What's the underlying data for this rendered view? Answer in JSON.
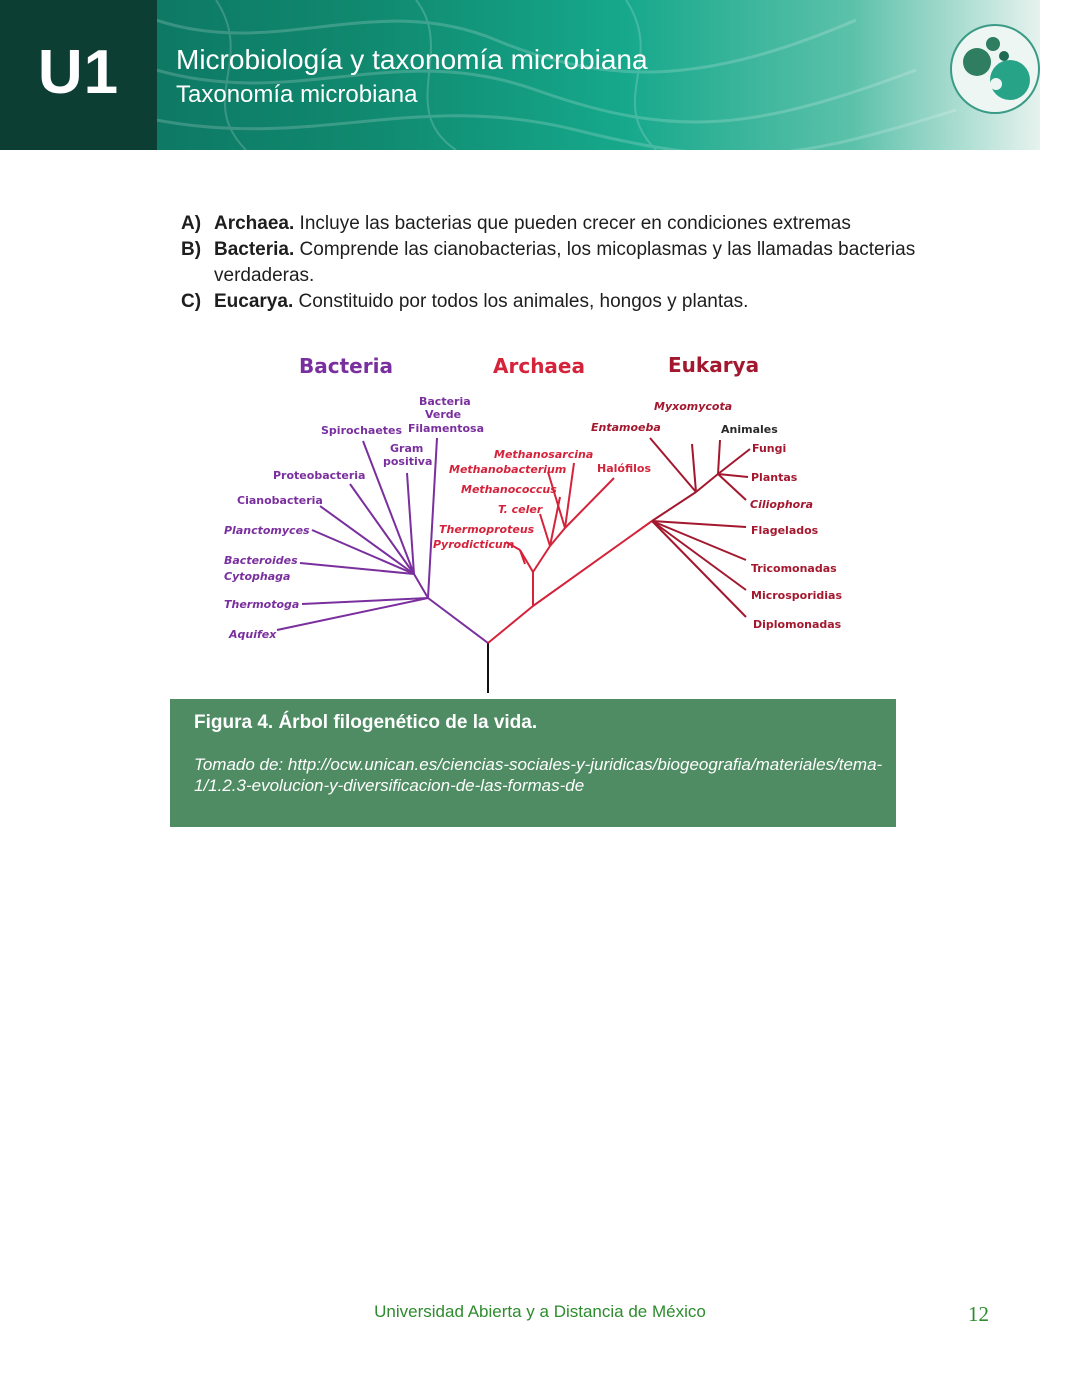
{
  "header": {
    "unit": "U1",
    "title": "Microbiología y taxonomía microbiana",
    "subtitle": "Taxonomía microbiana"
  },
  "list": [
    {
      "marker": "A)",
      "term": "Archaea.",
      "text": " Incluye las bacterias que pueden crecer en condiciones extremas"
    },
    {
      "marker": "B)",
      "term": "Bacteria.",
      "text": " Comprende las cianobacterias, los micoplasmas y las llamadas bacterias verdaderas."
    },
    {
      "marker": "C)",
      "term": "Eucarya.",
      "text": " Constituido por todos los animales, hongos y plantas."
    }
  ],
  "figure": {
    "domains": {
      "bacteria": "Bacteria",
      "archaea": "Archaea",
      "eukarya": "Eukarya"
    },
    "colors": {
      "bacteria": "#7a2f9e",
      "archaea": "#d4233b",
      "eukarya": "#a3182e",
      "root": "#111111"
    },
    "bacteria_labels": {
      "bacteria_verde_1": "Bacteria",
      "bacteria_verde_2": "Verde",
      "bacteria_verde_3": "Filamentosa",
      "spirochaetes": "Spirochaetes",
      "gram_1": "Gram",
      "gram_2": "positiva",
      "proteobacteria": "Proteobacteria",
      "cianobacteria": "Cianobacteria",
      "planctomyces": "Planctomyces",
      "bacteroides": "Bacteroides",
      "cytophaga": "Cytophaga",
      "thermotoga": "Thermotoga",
      "aquifex": "Aquifex"
    },
    "archaea_labels": {
      "methanosarcina": "Methanosarcina",
      "methanobacterium": "Methanobacterium",
      "halofilos": "Halófilos",
      "methanococcus": "Methanococcus",
      "t_celer": "T. celer",
      "thermoproteus": "Thermoproteus",
      "pyrodicticum": "Pyrodicticum"
    },
    "eukarya_labels": {
      "myxomycota": "Myxomycota",
      "entamoeba": "Entamoeba",
      "animales": "Animales",
      "fungi": "Fungi",
      "plantas": "Plantas",
      "ciliophora": "Ciliophora",
      "flagelados": "Flagelados",
      "tricomonadas": "Tricomonadas",
      "microsporidias": "Microsporidias",
      "diplomonadas": "Diplomonadas"
    }
  },
  "caption": {
    "title": "Figura 4. Árbol filogenético de la vida.",
    "source": "Tomado de: http://ocw.unican.es/ciencias-sociales-y-juridicas/biogeografia/materiales/tema-1/1.2.3-evolucion-y-diversificacion-de-las-formas-de"
  },
  "footer": {
    "university": "Universidad Abierta y a Distancia de México",
    "page": "12"
  }
}
